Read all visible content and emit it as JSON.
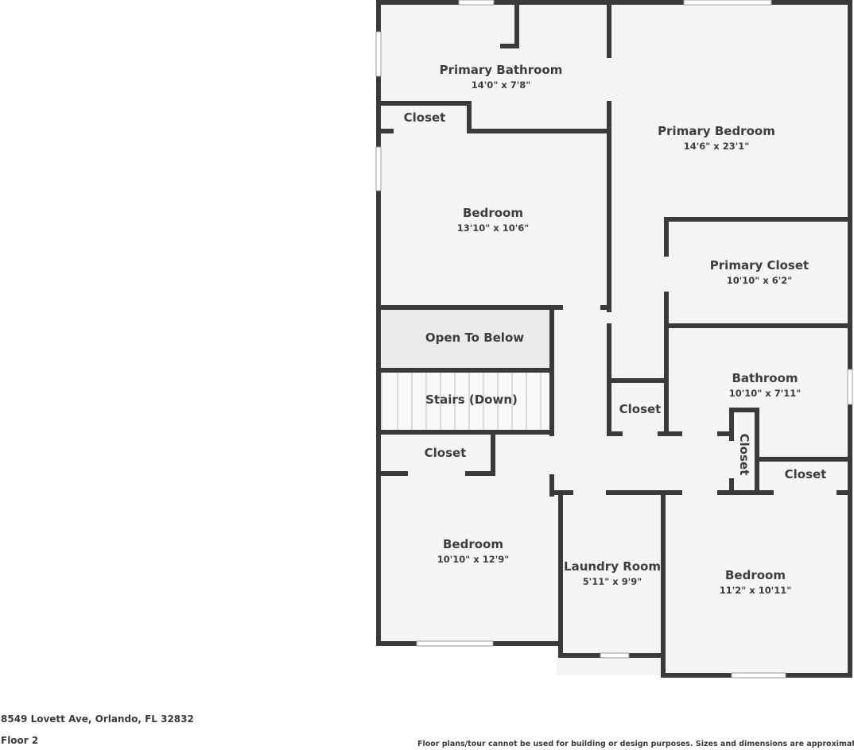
{
  "rooms": {
    "primary_bathroom": {
      "name": "Primary Bathroom",
      "dims": "14'0\" x 7'8\""
    },
    "closet_a": {
      "name": "Closet"
    },
    "primary_bedroom": {
      "name": "Primary Bedroom",
      "dims": "14'6\" x 23'1\""
    },
    "bedroom_a": {
      "name": "Bedroom",
      "dims": "13'10\" x 10'6\""
    },
    "primary_closet": {
      "name": "Primary Closet",
      "dims": "10'10\" x 6'2\""
    },
    "open_to_below": {
      "name": "Open To Below"
    },
    "bathroom": {
      "name": "Bathroom",
      "dims": "10'10\" x 7'11\""
    },
    "stairs": {
      "name": "Stairs (Down)"
    },
    "closet_b": {
      "name": "Closet"
    },
    "closet_c": {
      "name": "Closet"
    },
    "closet_d": {
      "name": "Closet"
    },
    "closet_e": {
      "name": "Closet"
    },
    "bedroom_b": {
      "name": "Bedroom",
      "dims": "10'10\" x 12'9\""
    },
    "laundry_room": {
      "name": "Laundry Room",
      "dims": "5'11\" x 9'9\""
    },
    "bedroom_c": {
      "name": "Bedroom",
      "dims": "11'2\" x 10'11\""
    }
  },
  "footer": {
    "address": "8549 Lovett Ave, Orlando, FL 32832",
    "floor": "Floor 2",
    "disclaimer": "Floor plans/tour cannot be used for building or design purposes. Sizes and dimensions are approximate."
  },
  "colors": {
    "wall": "#3a3a3a",
    "floor": "#f5f5f5",
    "open_to_below": "#ebebeb",
    "text": "#3d3d3d"
  }
}
